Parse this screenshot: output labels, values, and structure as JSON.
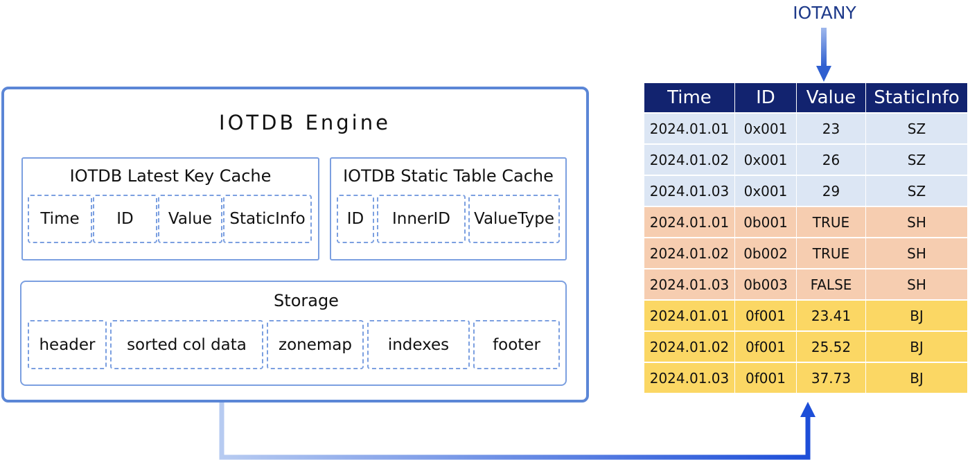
{
  "iotany_label": "IOTANY",
  "engine": {
    "title": "IOTDB Engine",
    "latest_key_cache": {
      "title": "IOTDB Latest Key Cache",
      "fields": [
        "Time",
        "ID",
        "Value",
        "StaticInfo"
      ]
    },
    "static_table_cache": {
      "title": "IOTDB Static Table Cache",
      "fields": [
        "ID",
        "InnerID",
        "ValueType"
      ]
    },
    "storage": {
      "title": "Storage",
      "fields": [
        "header",
        "sorted col data",
        "zonemap",
        "indexes",
        "footer"
      ]
    }
  },
  "table": {
    "headers": [
      "Time",
      "ID",
      "Value",
      "StaticInfo"
    ],
    "rows": [
      {
        "cells": [
          "2024.01.01",
          "0x001",
          "23",
          "SZ"
        ],
        "color": "#dce6f4"
      },
      {
        "cells": [
          "2024.01.02",
          "0x001",
          "26",
          "SZ"
        ],
        "color": "#dce6f4"
      },
      {
        "cells": [
          "2024.01.03",
          "0x001",
          "29",
          "SZ"
        ],
        "color": "#dce6f4"
      },
      {
        "cells": [
          "2024.01.01",
          "0b001",
          "TRUE",
          "SH"
        ],
        "color": "#f6cdb0"
      },
      {
        "cells": [
          "2024.01.02",
          "0b002",
          "TRUE",
          "SH"
        ],
        "color": "#f6cdb0"
      },
      {
        "cells": [
          "2024.01.03",
          "0b003",
          "FALSE",
          "SH"
        ],
        "color": "#f6cdb0"
      },
      {
        "cells": [
          "2024.01.01",
          "0f001",
          "23.41",
          "BJ"
        ],
        "color": "#fbd764"
      },
      {
        "cells": [
          "2024.01.02",
          "0f001",
          "25.52",
          "BJ"
        ],
        "color": "#fbd764"
      },
      {
        "cells": [
          "2024.01.03",
          "0f001",
          "37.73",
          "BJ"
        ],
        "color": "#fbd764"
      }
    ]
  },
  "colors": {
    "header_bg": "#12236f",
    "box_border": "#5b86d6",
    "arrow_dark": "#1d4ed8",
    "arrow_light": "#a9c1ee"
  }
}
